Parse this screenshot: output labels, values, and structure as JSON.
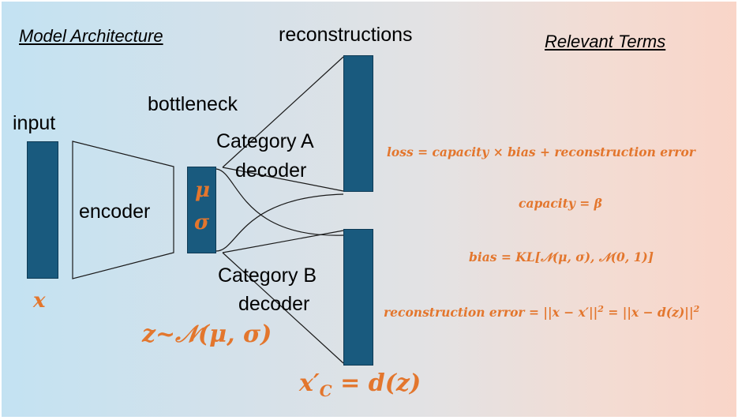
{
  "headings": {
    "model_architecture": "Model Architecture",
    "relevant_terms": "Relevant Terms"
  },
  "labels": {
    "input": "input",
    "encoder": "encoder",
    "bottleneck": "bottleneck",
    "reconstructions": "reconstructions",
    "category_a_decoder_line1": "Category A",
    "category_a_decoder_line2": "decoder",
    "category_b_decoder_line1": "Category B",
    "category_b_decoder_line2": "decoder"
  },
  "math": {
    "x": "x",
    "mu": "μ",
    "sigma": "σ",
    "latent": "z~𝒩(μ, σ)",
    "output": "x′",
    "output_sub": "C",
    "output_rhs": " = d(z)"
  },
  "equations": {
    "loss": "loss = capacity × bias  + reconstruction error",
    "capacity": "capacity =  β",
    "bias": "bias = KL[𝒩(μ, σ), 𝒩(0, 1)]",
    "reconstruction_lhs": "reconstruction error = ||x − x′||",
    "reconstruction_mid": " = ||x − d(z)||",
    "exponent": "2"
  },
  "colors": {
    "bar": "#195a7e",
    "math_orange": "#e3762d",
    "gradient_left": "#c3e2f2",
    "gradient_right": "#f9d5c8"
  }
}
